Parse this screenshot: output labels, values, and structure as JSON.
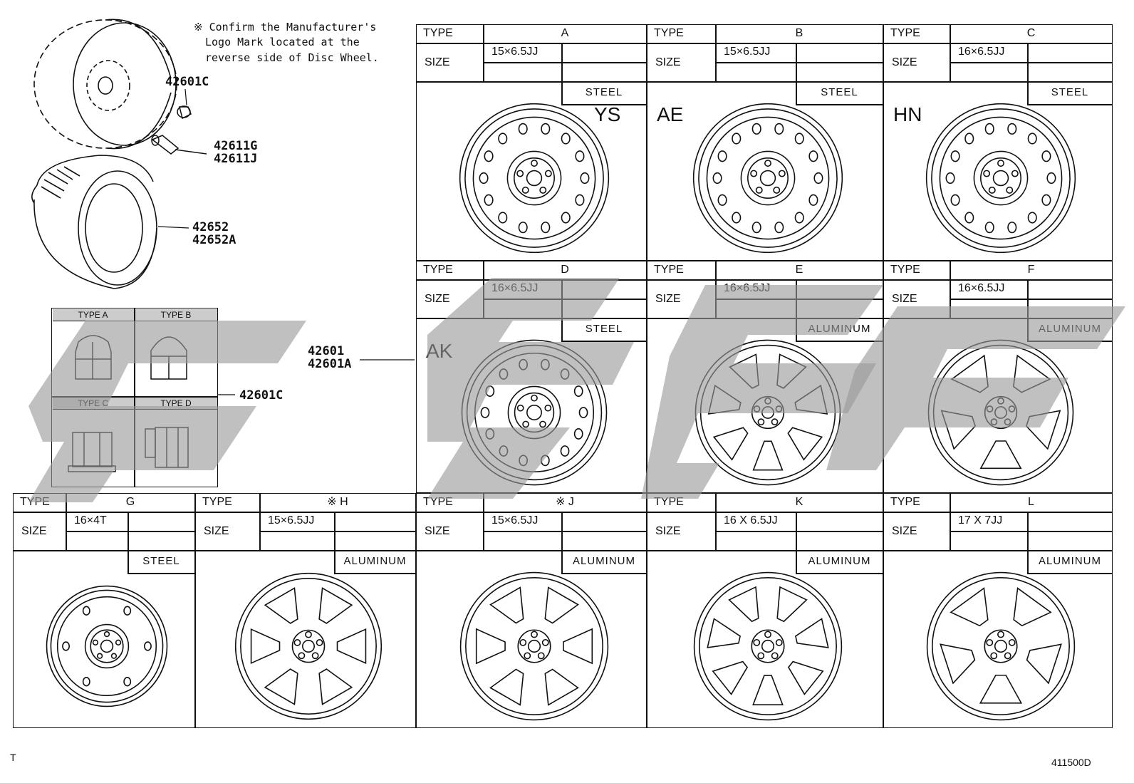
{
  "note": {
    "line1": "※ Confirm the Manufacturer's",
    "line2": "Logo Mark located at the",
    "line3": "reverse side of Disc Wheel."
  },
  "parts": {
    "cap": "42601C",
    "valve_1": "42611G",
    "valve_2": "42611J",
    "tire_1": "42652",
    "tire_2": "42652A",
    "wheel_1": "42601",
    "wheel_2": "42601A",
    "nut": "42601C"
  },
  "nut_types": [
    "TYPE A",
    "TYPE B",
    "TYPE C",
    "TYPE D"
  ],
  "labels": {
    "type": "TYPE",
    "size": "SIZE"
  },
  "wheels": [
    {
      "type": "A",
      "size": "15×6.5JJ",
      "material": "STEEL",
      "logo": "YS"
    },
    {
      "type": "B",
      "size": "15×6.5JJ",
      "material": "STEEL",
      "logo": "AE"
    },
    {
      "type": "C",
      "size": "16×6.5JJ",
      "material": "STEEL",
      "logo": "HN"
    },
    {
      "type": "D",
      "size": "16×6.5JJ",
      "material": "STEEL",
      "logo": "AK"
    },
    {
      "type": "E",
      "size": "16×6.5JJ",
      "material": "ALUMINUM",
      "logo": ""
    },
    {
      "type": "F",
      "size": "16×6.5JJ",
      "material": "ALUMINUM",
      "logo": ""
    },
    {
      "type": "G",
      "size": "16×4T",
      "material": "STEEL",
      "logo": ""
    },
    {
      "type": "※ H",
      "size": "15×6.5JJ",
      "material": "ALUMINUM",
      "logo": ""
    },
    {
      "type": "※ J",
      "size": "15×6.5JJ",
      "material": "ALUMINUM",
      "logo": ""
    },
    {
      "type": "K",
      "size": "16 X 6.5JJ",
      "material": "ALUMINUM",
      "logo": ""
    },
    {
      "type": "L",
      "size": "17 X 7JJ",
      "material": "ALUMINUM",
      "logo": ""
    }
  ],
  "footer": {
    "left": "T",
    "code": "411500D"
  },
  "colors": {
    "ink": "#111111",
    "watermark": "#9a9a9a"
  }
}
